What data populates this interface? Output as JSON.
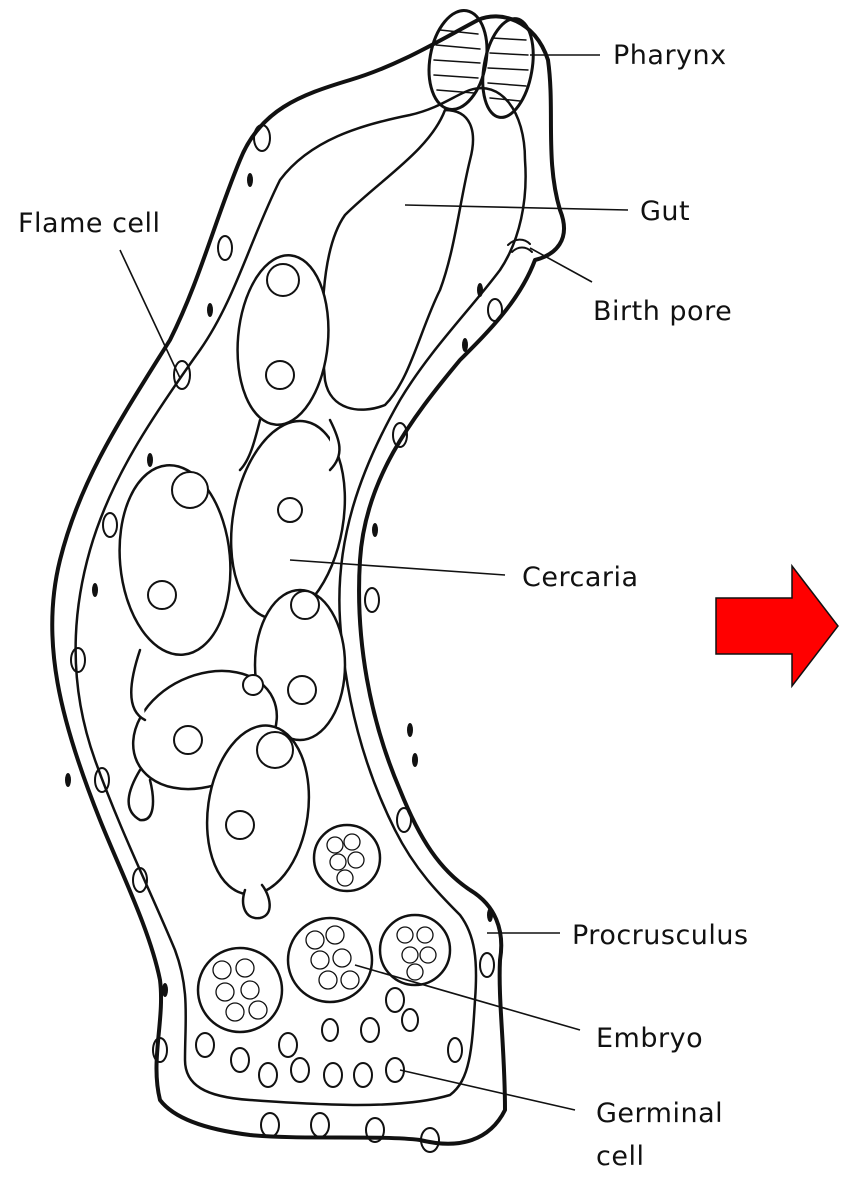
{
  "labels": {
    "pharynx": "Pharynx",
    "gut": "Gut",
    "flame_cell": "Flame cell",
    "birth_pore": "Birth pore",
    "cercaria": "Cercaria",
    "procrusculus": "Procrusculus",
    "embryo": "Embryo",
    "germinal_cell_line1": "Germinal",
    "germinal_cell_line2": "cell"
  },
  "colors": {
    "ink": "#111111",
    "arrow": "#ff0000",
    "background": "#ffffff"
  }
}
